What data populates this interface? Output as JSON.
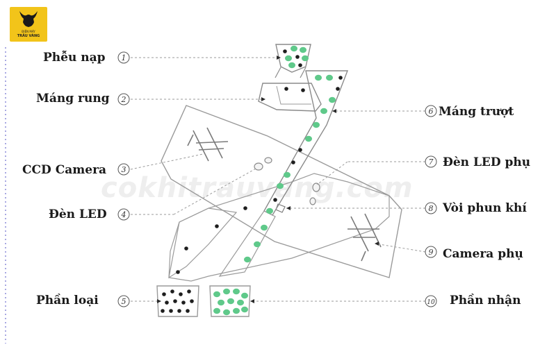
{
  "brand": {
    "small_text": "ĐIỆN MÁY",
    "name": "TRÂU VÀNG",
    "watermark": "cokhitrauvang.com"
  },
  "labels": [
    {
      "num": "1",
      "text": "Phễu nạp"
    },
    {
      "num": "2",
      "text": "Máng rung"
    },
    {
      "num": "3",
      "text": "CCD Camera"
    },
    {
      "num": "4",
      "text": "Đèn LED"
    },
    {
      "num": "5",
      "text": "Phần loại"
    },
    {
      "num": "6",
      "text": "Máng trượt"
    },
    {
      "num": "7",
      "text": "Đèn LED phụ"
    },
    {
      "num": "8",
      "text": "Vòi phun khí"
    },
    {
      "num": "9",
      "text": "Camera phụ"
    },
    {
      "num": "10",
      "text": "Phần nhận"
    }
  ],
  "colors": {
    "good_grain": "#5fc98a",
    "bad_grain": "#1e1e1e",
    "outline": "#9a9a9a",
    "leader": "#9a9a9a",
    "logo_bg": "#f2c41a"
  }
}
